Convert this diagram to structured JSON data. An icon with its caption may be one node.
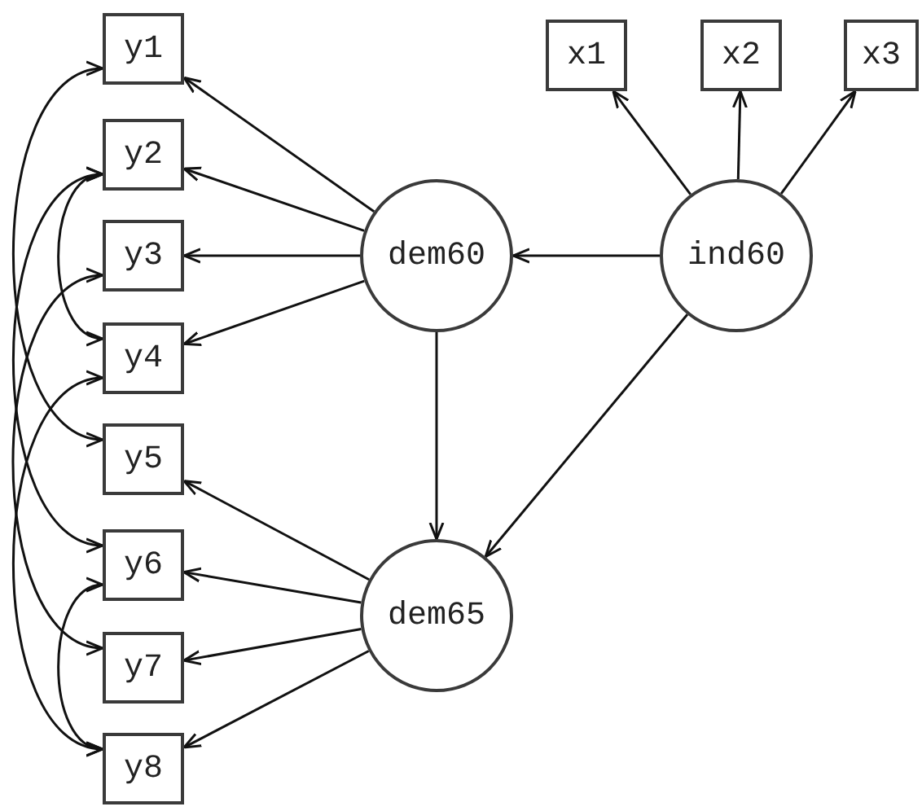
{
  "diagram": {
    "nodes": [
      {
        "text": [
          "x1"
        ]
      },
      {
        "text": [
          "x2"
        ]
      },
      {
        "text": [
          "x3"
        ]
      },
      {
        "text": [
          "ind60"
        ]
      },
      {
        "text": [
          "dem60"
        ]
      },
      {
        "text": [
          "dem65"
        ]
      },
      {
        "text": [
          "y1"
        ]
      },
      {
        "text": [
          "y2"
        ]
      },
      {
        "text": [
          "y3"
        ]
      },
      {
        "text": [
          "y4"
        ]
      },
      {
        "text": [
          "y5"
        ]
      },
      {
        "text": [
          "y6"
        ]
      },
      {
        "text": [
          "y7"
        ]
      },
      {
        "text": [
          "y8"
        ]
      }
    ],
    "edges": [
      {
        "from": 3,
        "to": 0,
        "arrow": "to"
      },
      {
        "from": 3,
        "to": 1,
        "arrow": "to"
      },
      {
        "from": 3,
        "to": 2,
        "arrow": "to"
      },
      {
        "from": 3,
        "to": 4,
        "arrow": "to"
      },
      {
        "from": 3,
        "to": 5,
        "arrow": "to"
      },
      {
        "from": 4,
        "to": 5,
        "arrow": "to"
      },
      {
        "from": 4,
        "to": 6,
        "arrow": "to"
      },
      {
        "from": 4,
        "to": 7,
        "arrow": "to"
      },
      {
        "from": 4,
        "to": 8,
        "arrow": "to"
      },
      {
        "from": 4,
        "to": 9,
        "arrow": "to"
      },
      {
        "from": 5,
        "to": 10,
        "arrow": "to"
      },
      {
        "from": 5,
        "to": 11,
        "arrow": "to"
      },
      {
        "from": 5,
        "to": 12,
        "arrow": "to"
      },
      {
        "from": 5,
        "to": 13,
        "arrow": "to"
      },
      {
        "from": 6,
        "to": 10,
        "arrow": "both"
      },
      {
        "from": 7,
        "to": 9,
        "arrow": "both"
      },
      {
        "from": 7,
        "to": 11,
        "arrow": "both"
      },
      {
        "from": 8,
        "to": 12,
        "arrow": "both"
      },
      {
        "from": 9,
        "to": 13,
        "arrow": "both"
      },
      {
        "from": 11,
        "to": 13,
        "arrow": "both"
      }
    ]
  }
}
